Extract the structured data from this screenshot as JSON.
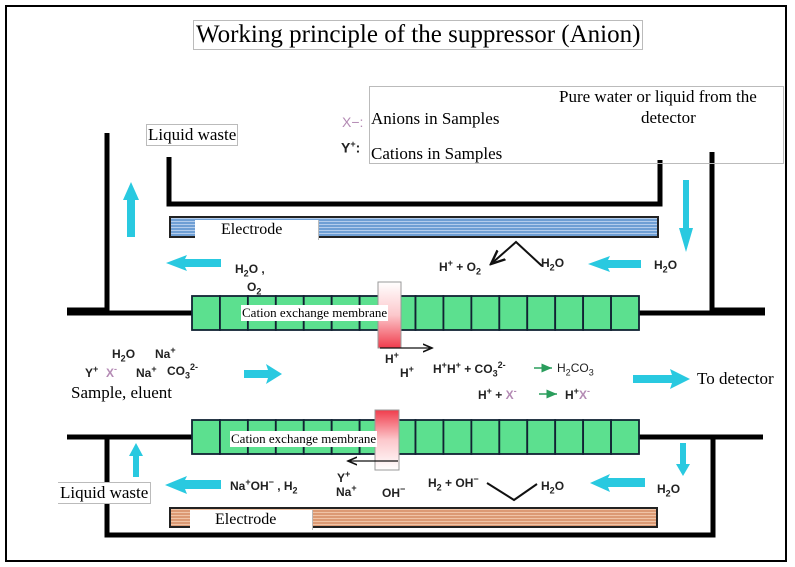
{
  "title": "Working principle of the suppressor (Anion)",
  "legend": {
    "anion_symbol": "X",
    "anion_charge": "−",
    "anion_label": "Anions in Samples",
    "cation_symbol": "Y",
    "cation_charge": "+",
    "cation_label": "Cations in Samples",
    "pure_water_line1": "Pure water or liquid from the",
    "pure_water_line2": "detector"
  },
  "labels": {
    "liquid_waste_top": "Liquid waste",
    "liquid_waste_bottom": "Liquid waste",
    "electrode_top": "Electrode",
    "electrode_bottom": "Electrode",
    "membrane_top": "Cation exchange membrane",
    "membrane_bottom": "Cation exchange membrane",
    "sample_eluent": "Sample, eluent",
    "to_detector": "To detector"
  },
  "top_chamber": {
    "h2o_in": "H2O",
    "h2o_split": "H2O",
    "products": "H⁺ + O₂",
    "waste_out": "H₂O ,",
    "waste_out2": "O₂"
  },
  "middle_channel": {
    "in_h2o": "H₂O",
    "in_na1": "Na⁺",
    "in_y": "Y⁺",
    "in_x": "X⁻",
    "in_na2": "Na⁺",
    "in_co3": "CO₃²⁻",
    "h_plus_a": "H⁺",
    "h_plus_b": "H⁺",
    "reaction1_left": "H⁺H⁺ + CO₃²⁻",
    "reaction1_right": "H₂CO₃",
    "reaction2_left_h": "H⁺ +",
    "reaction2_left_x": "X⁻",
    "reaction2_right_h": "H⁺",
    "reaction2_right_x": "X⁻"
  },
  "bottom_chamber": {
    "waste_out": "Na⁺OH⁻ , H₂",
    "y_plus": "Y⁺",
    "na_plus": "Na⁺",
    "oh_minus": "OH⁻",
    "products": "H₂ + OH⁻",
    "h2o_split": "H₂O",
    "h2o_in": "H₂O"
  },
  "colors": {
    "flow_arrow": "#29c9e0",
    "membrane_green": "#5ce08f",
    "electrode_blue": "#6f9fd4",
    "electrode_copper": "#e0a07c",
    "membrane_passage_red": "#f04050",
    "anion_pink": "#b48ab4"
  }
}
